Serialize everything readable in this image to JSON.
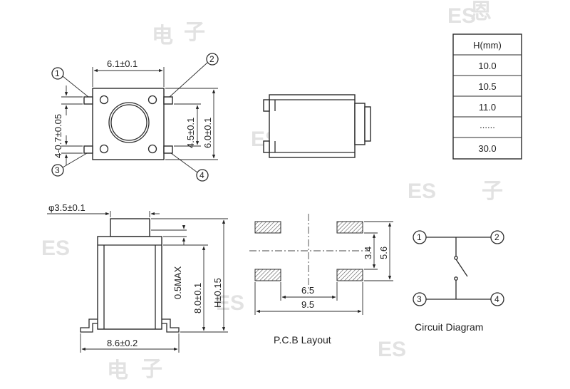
{
  "dimensions": {
    "top_width": "6.1±0.1",
    "pin_spacing": "4-0.7±0.05",
    "inner_height": "4.5±0.1",
    "outer_height": "6.0±0.1",
    "actuator_diameter": "φ3.5±0.1",
    "max_standoff": "0.5MAX",
    "body_height": "8.0±0.1",
    "total_height": "H±0.15",
    "base_width": "8.6±0.2",
    "pad_inner": "6.5",
    "pad_outer": "9.5",
    "pad_v_inner": "3.4",
    "pad_v_outer": "5.6"
  },
  "pins": [
    "1",
    "2",
    "3",
    "4"
  ],
  "labels": {
    "pcb_layout": "P.C.B Layout",
    "circuit_diagram": "Circuit Diagram"
  },
  "height_table": {
    "header": "H(mm)",
    "rows": [
      "10.0",
      "10.5",
      "11.0",
      "......",
      "30.0"
    ]
  },
  "watermark": {
    "brand": "ES",
    "chars": [
      "恩",
      "电",
      "子"
    ]
  }
}
